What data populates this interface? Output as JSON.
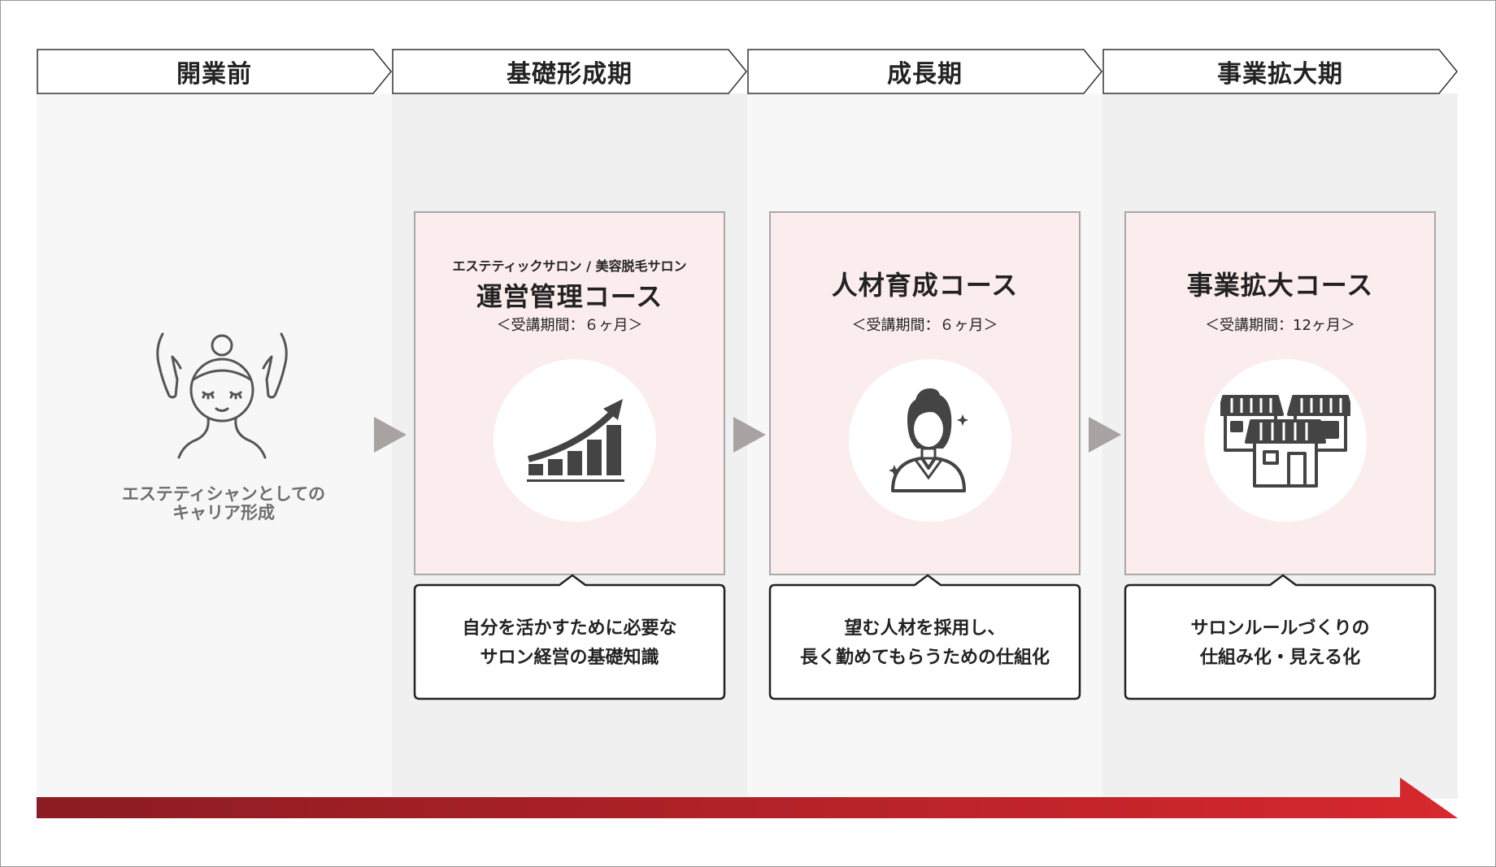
{
  "phases": [
    {
      "label": "開業前"
    },
    {
      "label": "基礎形成期"
    },
    {
      "label": "成長期"
    },
    {
      "label": "事業拡大期"
    }
  ],
  "pre_opening": {
    "caption_line1": "エステティシャンとしての",
    "caption_line2": "キャリア形成",
    "icon": "esthetician-face-icon"
  },
  "courses": [
    {
      "subtitle": "エステティックサロン / 美容脱毛サロン",
      "title": "運営管理コース",
      "period": "＜受講期間：６ヶ月＞",
      "icon": "growth-chart-icon",
      "callout_line1": "自分を活かすために必要な",
      "callout_line2": "サロン経営の基礎知識"
    },
    {
      "subtitle": "",
      "title": "人材育成コース",
      "period": "＜受講期間：６ヶ月＞",
      "icon": "staff-woman-icon",
      "callout_line1": "望む人材を採用し、",
      "callout_line2": "長く勤めてもらうための仕組化"
    },
    {
      "subtitle": "",
      "title": "事業拡大コース",
      "period": "＜受講期間：12ヶ月＞",
      "icon": "multiple-stores-icon",
      "callout_line1": "サロンルールづくりの",
      "callout_line2": "仕組み化・見える化"
    }
  ],
  "colors": {
    "card_bg": "#fbeced",
    "column_bg_light": "#f7f7f7",
    "column_bg_dark": "#f0f0f0",
    "timeline_start": "#8b1c22",
    "timeline_end": "#d7282d",
    "step_arrow": "#a8a3a2"
  }
}
